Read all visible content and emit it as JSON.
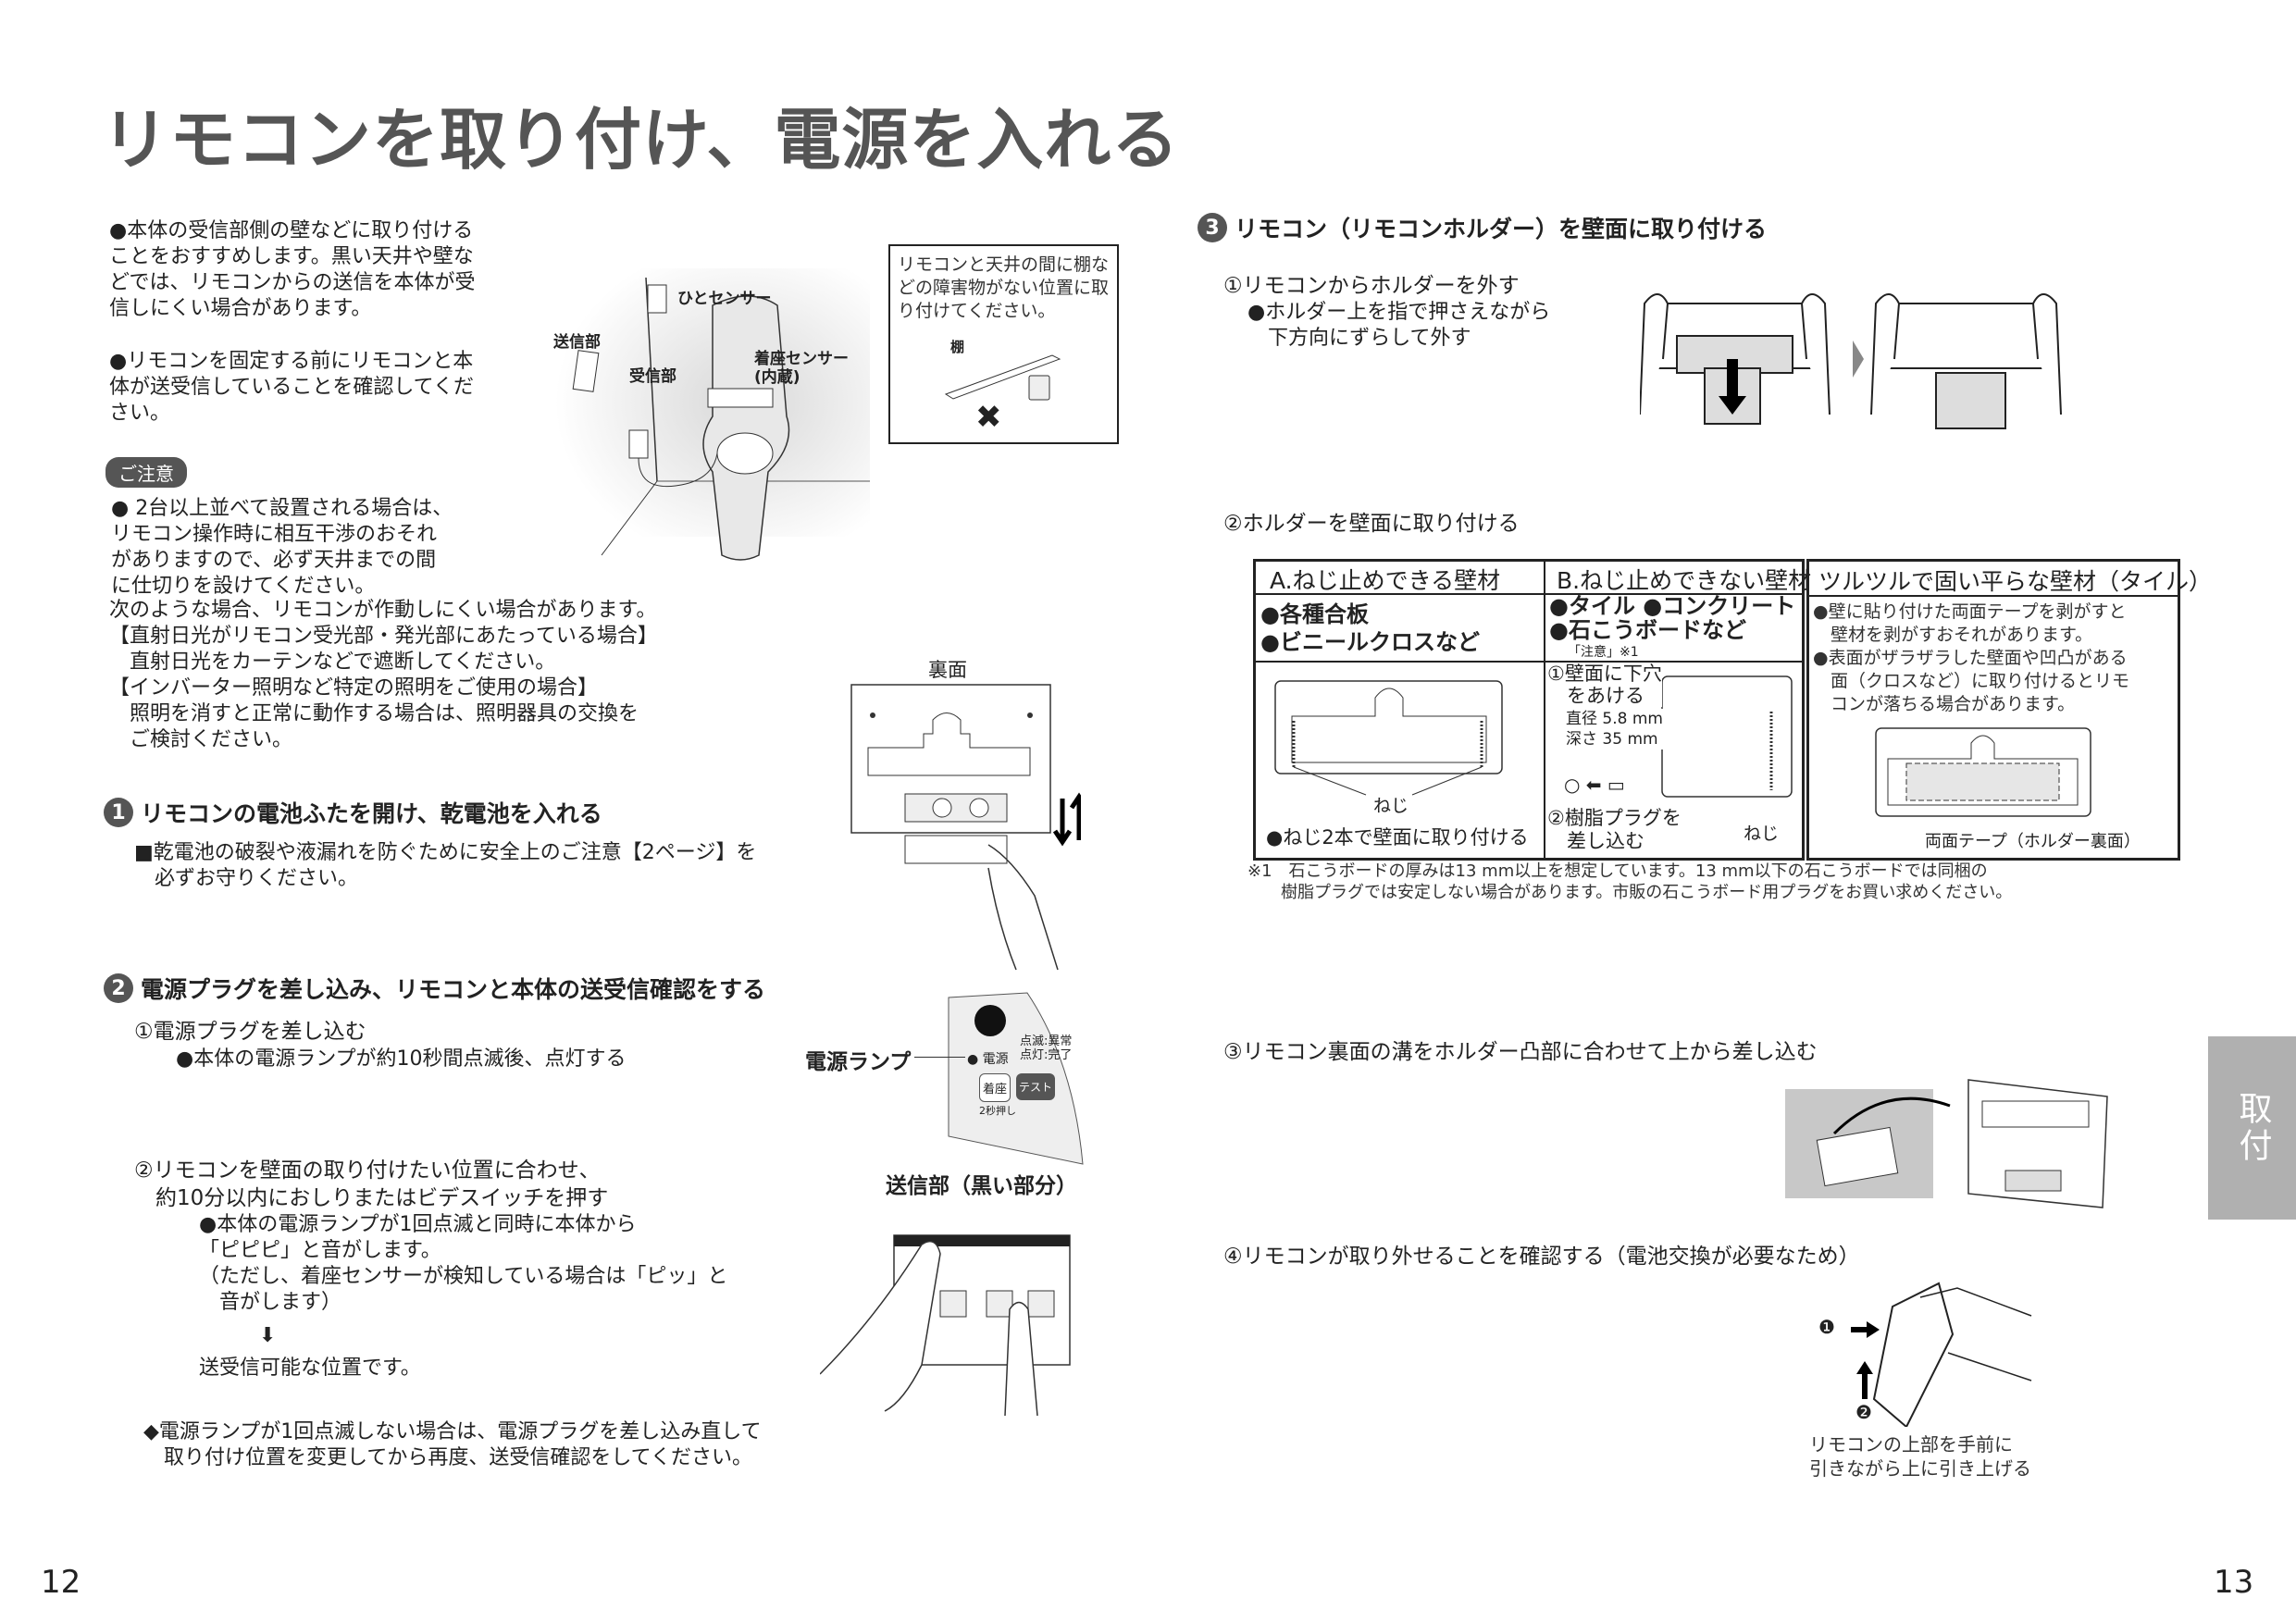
{
  "title": "リモコンを取り付け、電源を入れる",
  "left": {
    "intro_bullets": [
      "●本体の受信部側の壁などに取り付けることをおすすめします。黒い天井や壁などでは、リモコンからの送信を本体が受信しにくい場合があります。",
      "●リモコンを固定する前にリモコンと本体が送受信していることを確認してください。"
    ],
    "illustration_labels": {
      "human_sensor": "ひとセンサー",
      "transmitter": "送信部",
      "receiver": "受信部",
      "seat_sensor": "着座センサー\n(内蔵)"
    },
    "shelf_box": {
      "text": "リモコンと天井の間に棚などの障害物がない位置に取り付けてください。",
      "shelf_label": "棚",
      "ng_mark": "✖"
    },
    "caution": {
      "badge": "ご注意",
      "text": "● 2台以上並べて設置される場合は、\nリモコン操作時に相互干渉のおそれ\nがありますので、必ず天井までの間\nに仕切りを設けてください。"
    },
    "notes": "次のような場合、リモコンが作動しにくい場合があります。\n【直射日光がリモコン受光部・発光部にあたっている場合】\n　直射日光をカーテンなどで遮断してください。\n【インバーター照明など特定の照明をご使用の場合】\n　照明を消すと正常に動作する場合は、照明器具の交換を\n　ご検討ください。",
    "back_label": "裏面",
    "step1": {
      "num": "1",
      "heading": "リモコンの電池ふたを開け、乾電池を入れる",
      "text": "■乾電池の破裂や液漏れを防ぐために安全上のご注意【2ページ】を\n　必ずお守りください。"
    },
    "step2": {
      "num": "2",
      "heading": "電源プラグを差し込み、リモコンと本体の送受信確認をする",
      "sub1": "①電源プラグを差し込む",
      "sub1_bullet": "●本体の電源ランプが約10秒間点滅後、点灯する",
      "sub2": "②リモコンを壁面の取り付けたい位置に合わせ、\n　約10分以内におしりまたはビデスイッチを押す",
      "sub2_bullet": "●本体の電源ランプが1回点滅と同時に本体から\n「ピピピ」と音がします。\n（ただし、着座センサーが検知している場合は「ピッ」と\n　音がします）",
      "arrow": "⬇",
      "result": "送受信可能な位置です。",
      "note": "◆電源ランプが1回点滅しない場合は、電源プラグを差し込み直して\n　取り付け位置を変更してから再度、送受信確認をしてください。"
    },
    "panel": {
      "lamp_label": "電源ランプ",
      "power": "電源",
      "status": "点滅:異常\n点灯:完了",
      "seat_button": "着座",
      "hold": "2秒押し",
      "test_button": "テスト"
    },
    "transmitter_label": "送信部（黒い部分）",
    "page_number": "12"
  },
  "right": {
    "step3": {
      "num": "3",
      "heading": "リモコン（リモコンホルダー）を壁面に取り付ける",
      "sub1": "①リモコンからホルダーを外す",
      "sub1_bullet": "●ホルダー上を指で押さえながら\n　下方向にずらして外す",
      "sub2": "②ホルダーを壁面に取り付ける",
      "sub3": "③リモコン裏面の溝をホルダー凸部に合わせて上から差し込む",
      "sub4": "④リモコンが取り外せることを確認する（電池交換が必要なため）",
      "sub4_caption": "リモコンの上部を手前に\n引きながら上に引き上げる",
      "sub4_marks": [
        "❶",
        "❷"
      ]
    },
    "table": {
      "col_a": {
        "header": "A.ねじ止めできる壁材",
        "materials": "●各種合板\n●ビニールクロスなど",
        "screw_label": "ねじ",
        "note": "●ねじ2本で壁面に取り付ける"
      },
      "col_b": {
        "header": "B.ねじ止めできない壁材",
        "materials": "●タイル ●コンクリート\n●石こうボードなど",
        "ref": "「注意」※1",
        "step1": "①壁面に下穴\n　をあける",
        "dims": "直径 5.8 mm\n深さ 35 mm",
        "step2": "②樹脂プラグを\n　差し込む",
        "screw_label": "ねじ"
      },
      "col_c": {
        "header": "ツルツルで固い平らな壁材（タイル）",
        "text": "●壁に貼り付けた両面テープを剥がすと\n　壁材を剥がすおそれがあります。\n●表面がザラザラした壁面や凹凸がある\n　面（クロスなど）に取り付けるとリモ\n　コンが落ちる場合があります。",
        "tape_label": "両面テープ（ホルダー裏面）"
      },
      "footnote": "※1　石こうボードの厚みは13 mm以上を想定しています。13 mm以下の石こうボードでは同梱の\n　　樹脂プラグでは安定しない場合があります。市販の石こうボード用プラグをお買い求めください。"
    },
    "side_tab": "取付",
    "page_number": "13"
  }
}
